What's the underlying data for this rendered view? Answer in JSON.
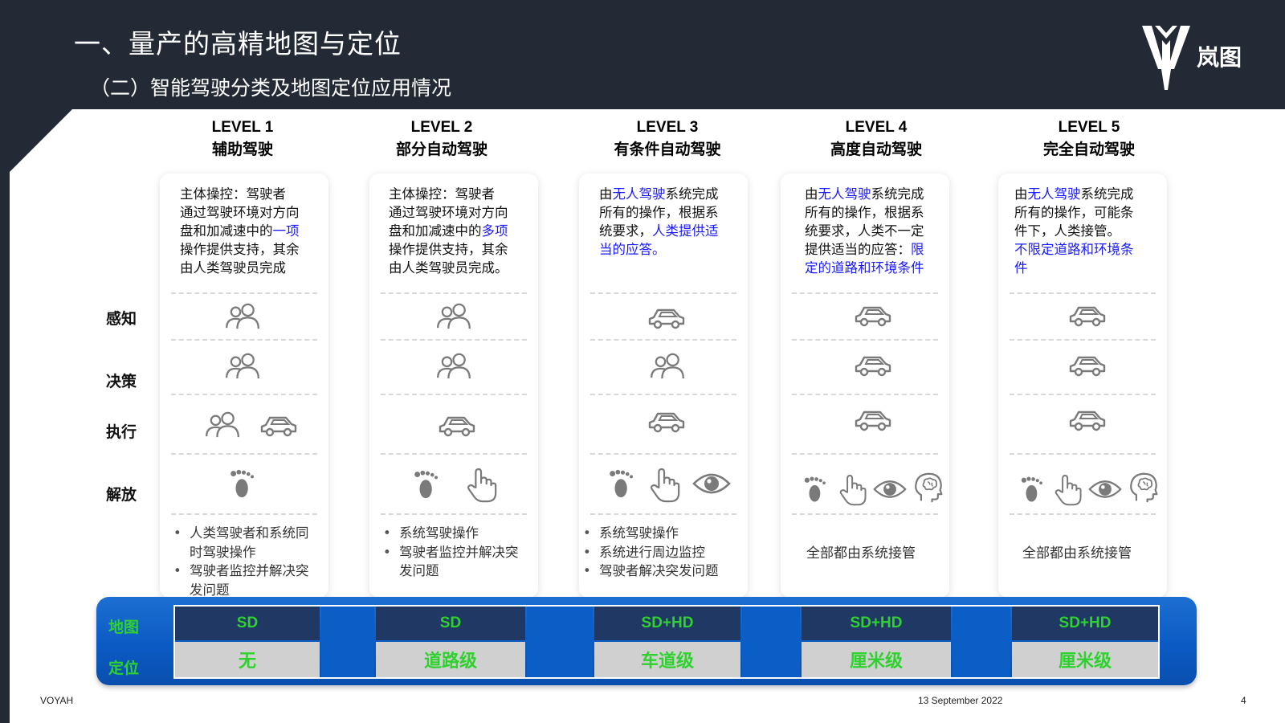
{
  "header": {
    "title": "一、量产的高精地图与定位",
    "subtitle": "（二）智能驾驶分类及地图定位应用情况",
    "logo_text": "岚图"
  },
  "row_labels": {
    "perception": "感知",
    "decision": "决策",
    "execution": "执行",
    "release": "解放"
  },
  "levels": [
    {
      "name": "LEVEL 1",
      "title": "辅助驾驶",
      "desc": [
        {
          "t": "主体操控：驾驶者"
        },
        {
          "t": "通过驾驶环境对方向"
        },
        {
          "t": "盘和加减速中的",
          "h": "一项"
        },
        {
          "t": "操作提供支持，其余"
        },
        {
          "t": "由人类驾驶员完成"
        }
      ],
      "bullets": [
        "人类驾驶者和系统同时驾驶操作",
        "驾驶者监控并解决突发问题"
      ],
      "map": "SD",
      "loc": "无"
    },
    {
      "name": "LEVEL 2",
      "title": "部分自动驾驶",
      "desc": [
        {
          "t": "主体操控：驾驶者"
        },
        {
          "t": "通过驾驶环境对方向"
        },
        {
          "t": "盘和加减速中的",
          "h": "多项"
        },
        {
          "t": "操作提供支持，其余"
        },
        {
          "t": "由人类驾驶员完成。"
        }
      ],
      "bullets": [
        "系统驾驶操作",
        "驾驶者监控并解决突发问题"
      ],
      "map": "SD",
      "loc": "道路级"
    },
    {
      "name": "LEVEL 3",
      "title": "有条件自动驾驶",
      "desc": [
        {
          "t": "由",
          "h": "无人驾驶",
          "t2": "系统完成"
        },
        {
          "t": "所有的操作，根据系"
        },
        {
          "t": "统要求，",
          "h": "人类提供适"
        },
        {
          "h": "当的应答。"
        }
      ],
      "bullets": [
        "系统驾驶操作",
        "系统进行周边监控",
        "驾驶者解决突发问题"
      ],
      "map": "SD+HD",
      "loc": "车道级"
    },
    {
      "name": "LEVEL 4",
      "title": "高度自动驾驶",
      "desc": [
        {
          "t": "由",
          "h": "无人驾驶",
          "t2": "系统完成"
        },
        {
          "t": "所有的操作，根据系"
        },
        {
          "t": "统要求，人类不一定"
        },
        {
          "t": "提供适当的应答：",
          "h": "限"
        },
        {
          "h": "定的道路和环境条件"
        }
      ],
      "summary": "全部都由系统接管",
      "map": "SD+HD",
      "loc": "厘米级"
    },
    {
      "name": "LEVEL 5",
      "title": "完全自动驾驶",
      "desc": [
        {
          "t": "由",
          "h": "无人驾驶",
          "t2": "系统完成"
        },
        {
          "t": "所有的操作，可能条"
        },
        {
          "t": "件下，人类接管。"
        },
        {
          "h": "不限定道路和环境条"
        },
        {
          "h": "件"
        }
      ],
      "summary": "全部都由系统接管",
      "map": "SD+HD",
      "loc": "厘米级"
    }
  ],
  "bar": {
    "map_label": "地图",
    "loc_label": "定位"
  },
  "footer": {
    "brand": "VOYAH",
    "date": "13 September 2022",
    "page": "4"
  },
  "icons": {
    "people": "people-icon",
    "car": "car-icon",
    "feet": "footprint-icon",
    "hand": "hand-icon",
    "eye": "eye-icon",
    "brain": "head-brain-icon"
  },
  "colors": {
    "header_bg": "#242a35",
    "highlight": "#1a1aff",
    "bar_blue": "#0a5ec6",
    "map_cell": "#1f3864",
    "loc_cell": "#d0d0d0",
    "green_text": "#2fd12f"
  }
}
